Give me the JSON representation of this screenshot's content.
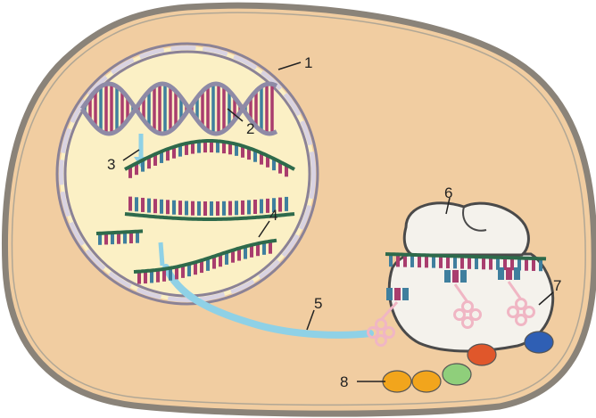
{
  "labels": {
    "l1": "1",
    "l2": "2",
    "l3": "3",
    "l4": "4",
    "l5": "5",
    "l6": "6",
    "l7": "7",
    "l8": "8"
  },
  "colors": {
    "cell_fill": "#f1cda1",
    "cell_border": "#8a8379",
    "nucleus_fill": "#fbf0c5",
    "nuclear_envelope": "#a7a0b6",
    "dna_pink": "#a93d6e",
    "dna_blue": "#3f7f9e",
    "mrna_green": "#2e6a4b",
    "transport_arrow": "#8fd1e6",
    "ribosome_fill": "#f4f2ec",
    "trna_pink": "#f0b6c4",
    "aa_orange": "#f2a51c",
    "aa_green": "#8fcf7b",
    "aa_red": "#e0572b",
    "aa_blue": "#2f5fb4"
  },
  "amino_acid_chain": [
    "orange",
    "orange",
    "green",
    "red",
    "blue"
  ]
}
